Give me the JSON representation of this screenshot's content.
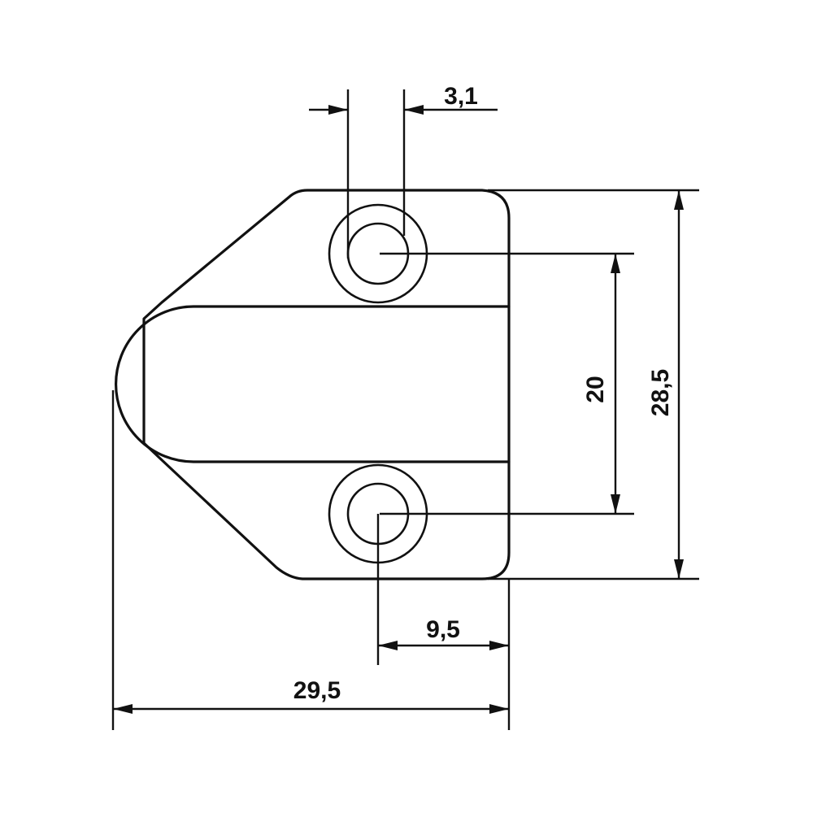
{
  "drawing": {
    "line_color": "#111111",
    "background": "#ffffff",
    "dimensions": {
      "hole_diameter": "3,1",
      "hole_spacing": "20",
      "overall_height": "28,5",
      "hole_offset": "9,5",
      "overall_width": "29,5"
    }
  }
}
